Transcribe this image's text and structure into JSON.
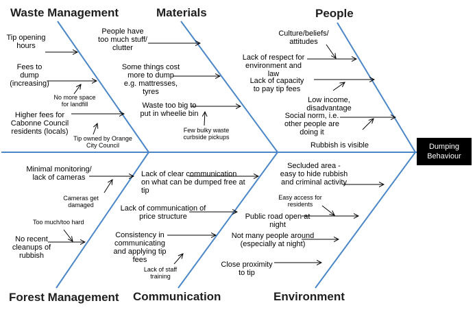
{
  "effect": "Dumping Behaviour",
  "categories": {
    "waste_management": "Waste Management",
    "materials": "Materials",
    "people": "People",
    "forest_management": "Forest Management",
    "communication": "Communication",
    "environment": "Environment"
  },
  "causes": {
    "tip_opening_hours": "Tip opening\nhours",
    "fees_to_dump": "Fees to\ndump\n(increasing)",
    "no_space_landfill": "No more space\nfor landfill",
    "higher_fees_cabonne": "Higher fees for\nCabonne Council\nresidents (locals)",
    "tip_owned_orange": "Tip owned by Orange\nCity Council",
    "too_much_stuff": "People have\ntoo much stuff/\nclutter",
    "things_cost_more": "Some things cost\nmore to dump\ne.g. mattresses,\ntyres",
    "waste_too_big": "Waste too big to\nput in wheelie bin",
    "few_bulky_pickups": "Few bulky waste\ncurbside pickups",
    "culture_beliefs": "Culture/beliefs/\nattitudes",
    "lack_respect": "Lack of respect for\nenvironment and\nlaw",
    "lack_capacity": "Lack of capacity\nto pay tip fees",
    "low_income": "Low income,\ndisadvantage",
    "social_norm": "Social norm, i.e.\nother people are\ndoing it",
    "rubbish_visible": "Rubbish is visible",
    "minimal_monitoring": "Minimal monitoring/\nlack of cameras",
    "cameras_damaged": "Cameras get\ndamaged",
    "too_much_hard": "Too much/too hard",
    "no_recent_cleanups": "No recent\ncleanups of\nrubbish",
    "lack_clear_comm": "Lack of clear communication\non what can be dumped free at\ntip",
    "lack_price_comm": "Lack of communication of\nprice structure",
    "consistency": "Consistency in\ncommunicating\nand applying tip\nfees",
    "lack_staff_training": "Lack of staff\ntraining",
    "secluded_area": "Secluded area -\neasy to hide rubbish\nand criminal activity",
    "easy_access": "Easy access for\nresidents",
    "public_road_open": "Public road open at\nnight",
    "not_many_people": "Not many people around\n(especially at night)",
    "close_proximity": "Close proximity\nto tip"
  },
  "colors": {
    "bone_line": "#4a86c8",
    "arrow": "#000000",
    "heading": "#1f1f1f",
    "effect_box": "#000000",
    "effect_text": "#ffffff"
  }
}
